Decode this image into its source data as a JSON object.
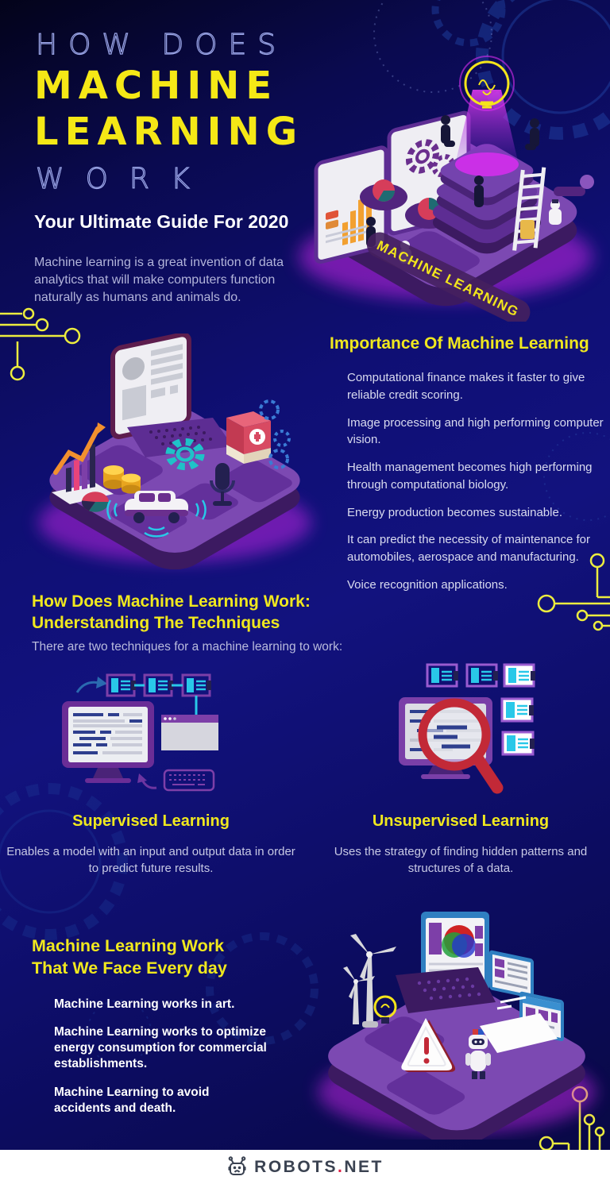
{
  "title": {
    "how_does": "HOW DOES",
    "machine": "MACHINE",
    "learning": "LEARNING",
    "work": "WORK",
    "subtitle": "Your Ultimate Guide For 2020",
    "intro": "Machine learning is a great invention of data analytics that will make computers function naturally as humans and animals do."
  },
  "hero": {
    "platform_label": "MACHINE LEARNING"
  },
  "importance": {
    "heading": "Importance Of Machine Learning",
    "items": [
      "Computational finance makes it faster to give reliable credit scoring.",
      "Image processing and high performing computer vision.",
      "Health management becomes high performing through computational biology.",
      "Energy production becomes sustainable.",
      "It can predict the necessity of maintenance for automobiles, aerospace and manufacturing.",
      "Voice recognition applications."
    ]
  },
  "techniques": {
    "heading_line1": "How Does Machine Learning Work:",
    "heading_line2": "Understanding The Techniques",
    "lead": "There are two techniques for a machine learning to work:",
    "supervised": {
      "heading": "Supervised Learning",
      "description": "Enables a model with an input and output data in order to predict future results."
    },
    "unsupervised": {
      "heading": "Unsupervised Learning",
      "description": "Uses the strategy of finding hidden patterns and structures of a data."
    }
  },
  "everyday": {
    "heading_line1": "Machine Learning Work",
    "heading_line2": "That We Face Every day",
    "items": [
      "Machine Learning works in art.",
      "Machine Learning works to optimize energy consumption for commercial establishments.",
      "Machine Learning to avoid accidents and death."
    ]
  },
  "footer": {
    "brand_prefix": "ROBOTS",
    "brand_dot": ".",
    "brand_suffix": "NET"
  },
  "icons": {
    "footer_logo": "robot-head-icon",
    "hero_bulb": "light-bulb-icon",
    "gear": "gear-icon",
    "magnifier": "magnifying-glass-icon",
    "warning": "warning-triangle-icon",
    "turbine": "wind-turbine-icon"
  },
  "colors": {
    "background_blue": "#11117a",
    "accent_yellow": "#f0e81e",
    "title_yellow": "#f5e816",
    "platform_purple": "#7c49b2",
    "platform_dark": "#3c1a61",
    "glow_magenta": "#cb27e8",
    "cyan": "#29c8e8",
    "alert_red": "#c22937",
    "body_lavender": "#c7c9e4",
    "footer_dot_red": "#e02046",
    "footer_text": "#3a4251"
  }
}
